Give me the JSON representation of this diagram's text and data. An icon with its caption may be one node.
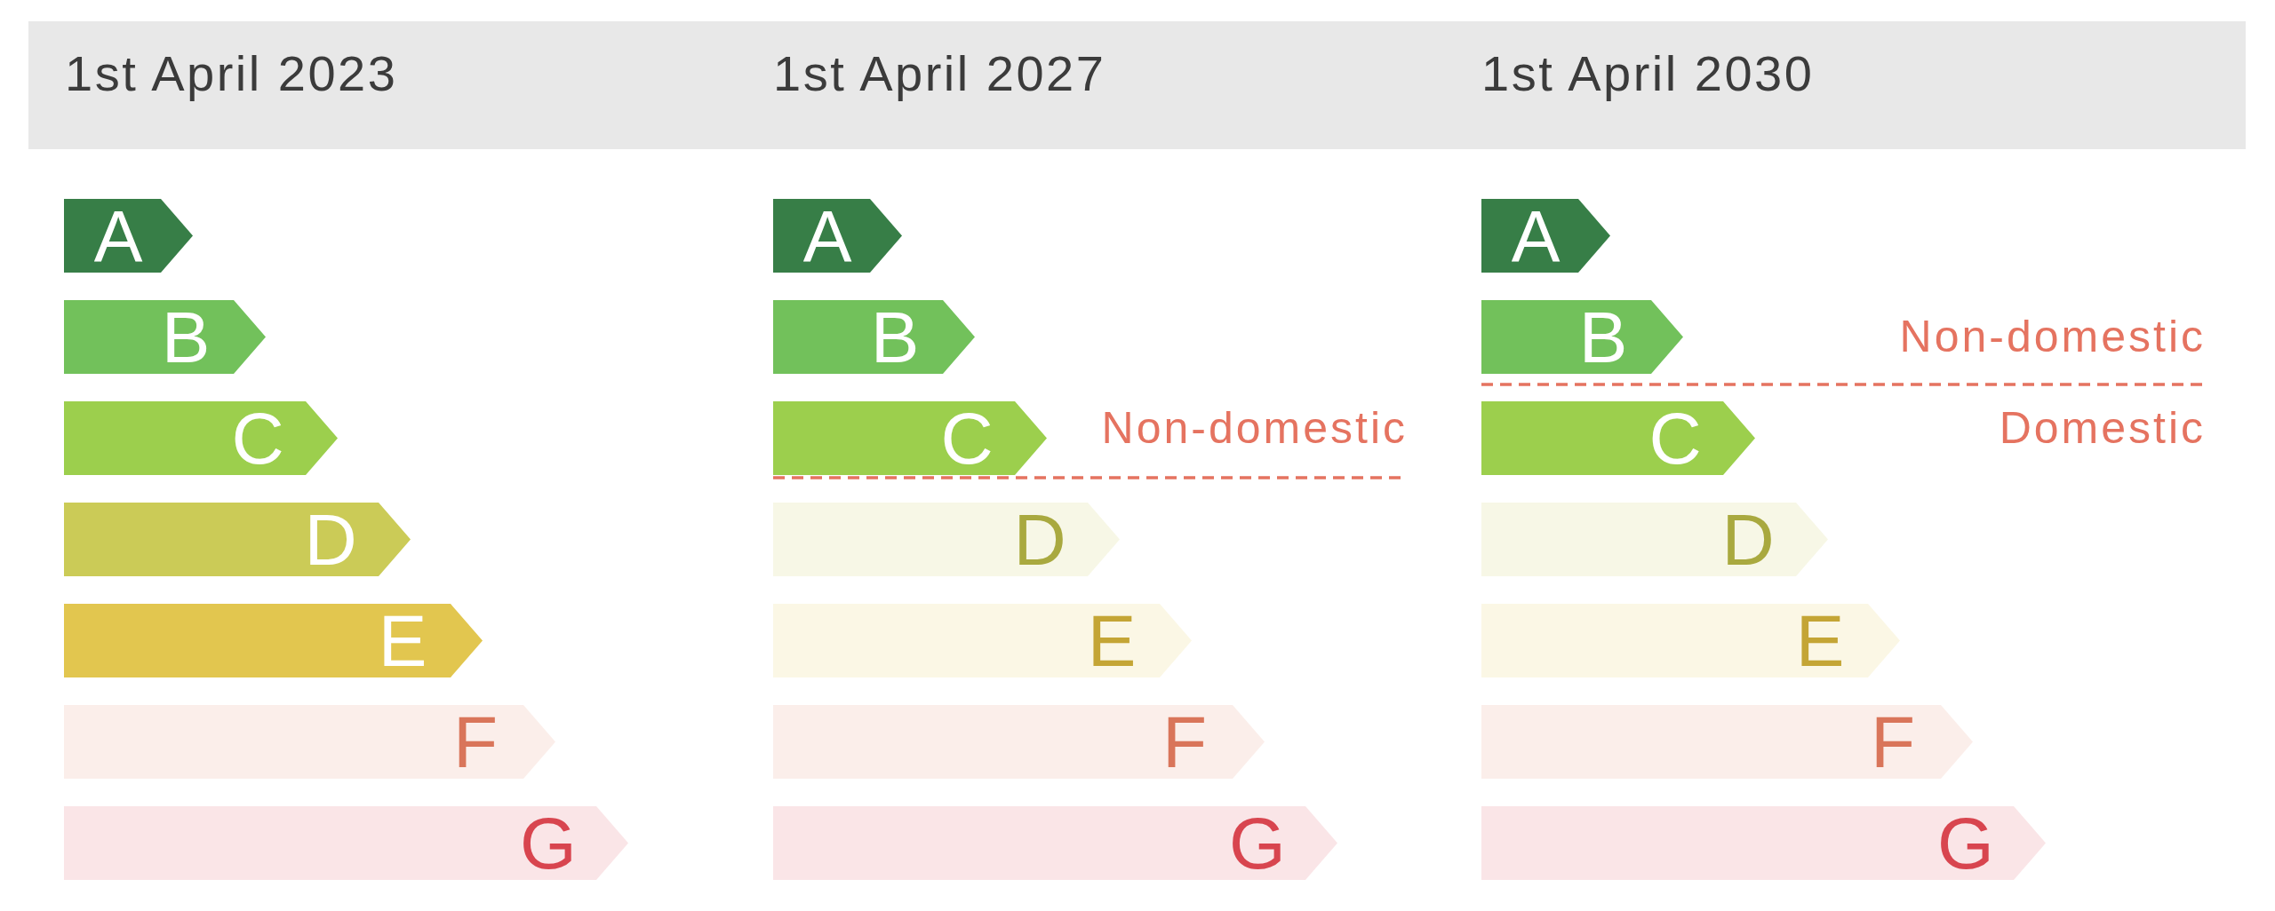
{
  "diagram": {
    "nodes": [
      {
        "text": [
          "1st April 2023",
          "1st April 2027",
          "1st April 2030"
        ]
      },
      {
        "text": [
          "A"
        ]
      },
      {
        "text": [
          "B"
        ]
      },
      {
        "text": [
          "C"
        ]
      },
      {
        "text": [
          "D"
        ]
      },
      {
        "text": [
          "E"
        ]
      },
      {
        "text": [
          "F"
        ]
      },
      {
        "text": [
          "G"
        ]
      },
      {
        "text": [
          "A"
        ]
      },
      {
        "text": [
          "B"
        ]
      },
      {
        "text": [
          "C"
        ]
      },
      {
        "text": [
          "D"
        ]
      },
      {
        "text": [
          "E"
        ]
      },
      {
        "text": [
          "F"
        ]
      },
      {
        "text": [
          "G"
        ]
      },
      {
        "text": [
          "A"
        ]
      },
      {
        "text": [
          "B"
        ]
      },
      {
        "text": [
          "C"
        ]
      },
      {
        "text": [
          "D"
        ]
      },
      {
        "text": [
          "E"
        ]
      },
      {
        "text": [
          "F"
        ]
      },
      {
        "text": [
          "G"
        ]
      }
    ],
    "labels": [
      "Non-domestic",
      "Non-domestic",
      "Domestic"
    ]
  }
}
